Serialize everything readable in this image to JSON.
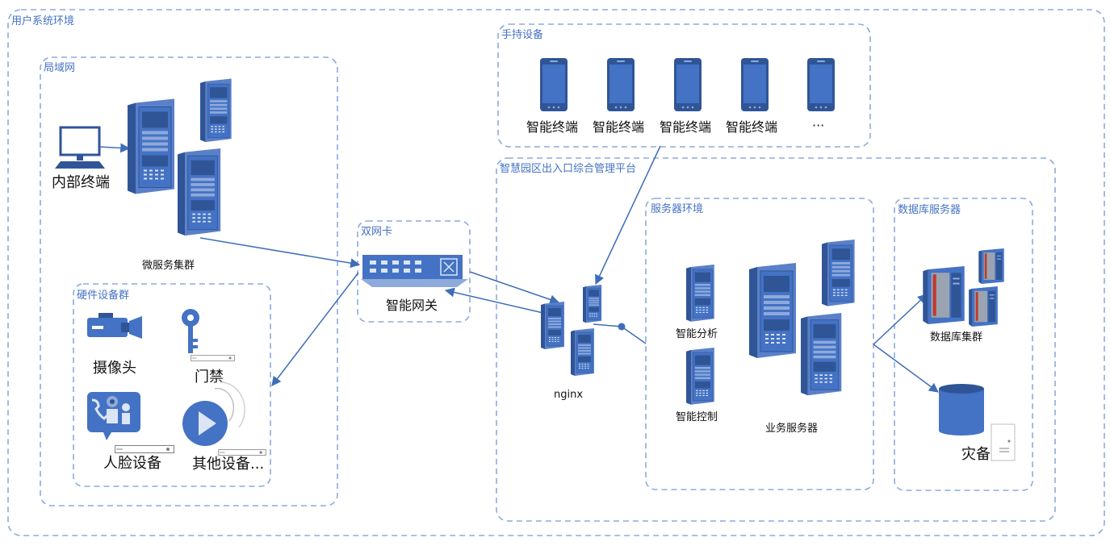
{
  "groups": {
    "user_env": "用户系统环境",
    "lan": "局域网",
    "handheld": "手持设备",
    "platform": "智慧园区出入口综合管理平台",
    "hardware": "硬件设备群",
    "dual_nic": "双网卡",
    "server_env": "服务器环境",
    "db_servers": "数据库服务器"
  },
  "labels": {
    "internal_terminal": "内部终端",
    "microservice_cluster": "微服务集群",
    "smart_gateway": "智能网关",
    "camera": "摄像头",
    "access_control": "门禁",
    "face_device": "人脸设备",
    "other_devices": "其他设备...",
    "handheld_terminals": [
      "智能终端",
      "智能终端",
      "智能终端",
      "智能终端",
      "···"
    ],
    "nginx": "nginx",
    "smart_analysis": "智能分析",
    "smart_control": "智能控制",
    "business_server": "业务服务器",
    "db_cluster": "数据库集群",
    "disaster_backup": "灾备"
  },
  "colors": {
    "accent": "#4472c4",
    "group_border": "#8eaadb",
    "device_fill": "#4472c4",
    "device_dark": "#2f5597",
    "line": "#3f6db8"
  }
}
